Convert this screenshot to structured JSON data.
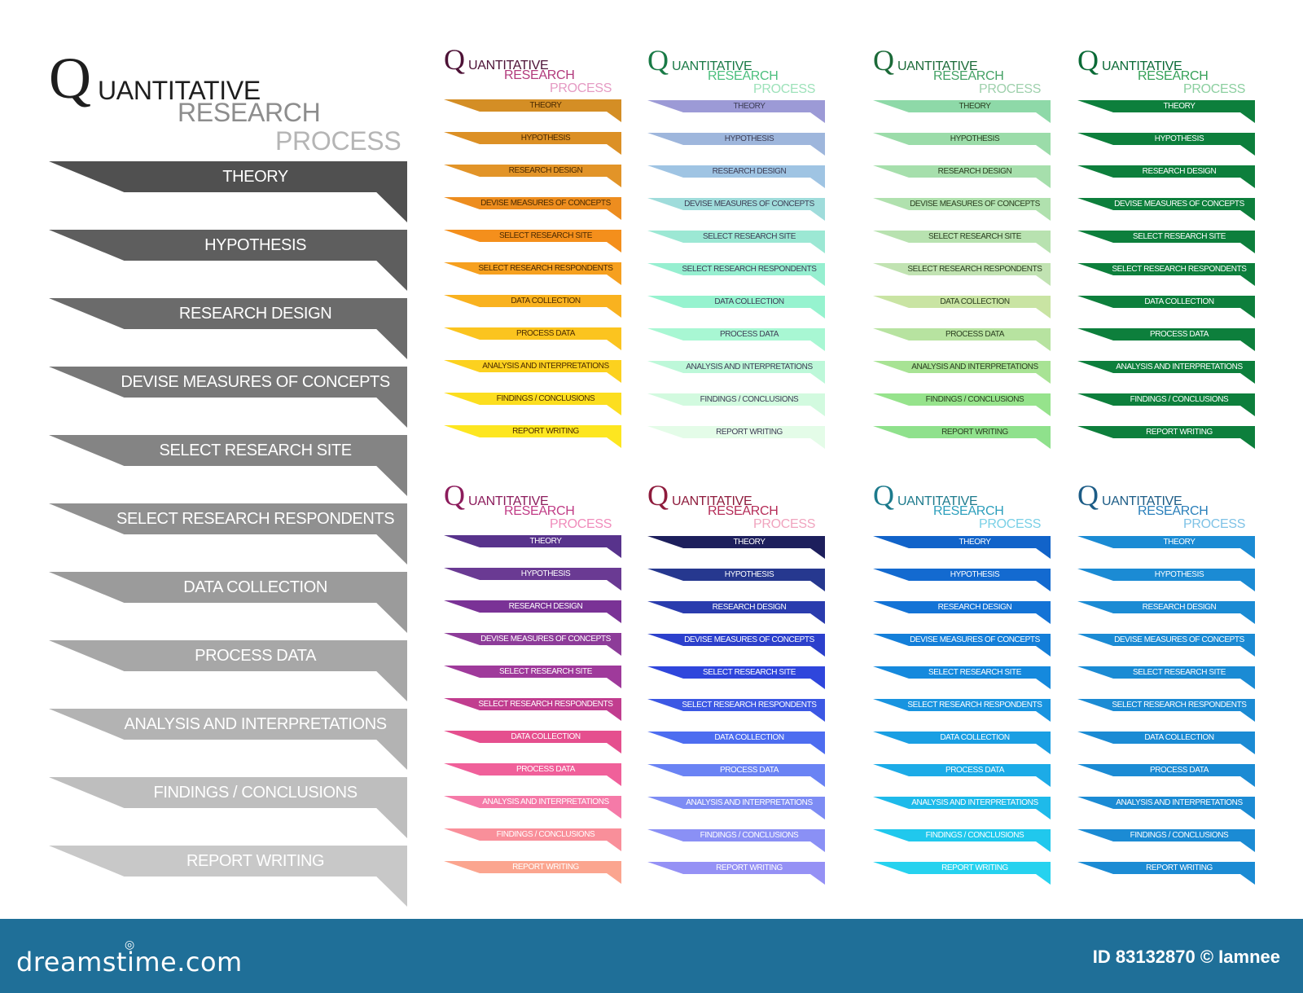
{
  "diagram": {
    "title": {
      "q": "Q",
      "word1": "UANTITATIVE",
      "word2": "RESEARCH",
      "word3": "PROCESS"
    },
    "steps": [
      "THEORY",
      "HYPOTHESIS",
      "RESEARCH DESIGN",
      "DEVISE MEASURES OF CONCEPTS",
      "SELECT RESEARCH SITE",
      "SELECT RESEARCH RESPONDENTS",
      "DATA COLLECTION",
      "PROCESS DATA",
      "ANALYSIS AND INTERPRETATIONS",
      "FINDINGS / CONCLUSIONS",
      "REPORT WRITING"
    ],
    "variants": [
      {
        "id": "gray",
        "title_colors": [
          "#1e1e1e",
          "#1e1e1e",
          "#8d8d8d",
          "#b5b5b5"
        ],
        "text_color": "#ffffff",
        "colors": [
          "#505050",
          "#5e5e5e",
          "#6b6b6b",
          "#787878",
          "#848484",
          "#909090",
          "#9b9b9b",
          "#a7a7a7",
          "#b3b3b3",
          "#bebebe",
          "#c8c8c8"
        ]
      },
      {
        "id": "warm",
        "title_colors": [
          "#4d1236",
          "#4d1236",
          "#b23a7c",
          "#e59ac3"
        ],
        "text_color": "#4a2a00",
        "colors": [
          "#d48e25",
          "#dc9025",
          "#e29428",
          "#ed8d1f",
          "#f48f1c",
          "#f6a01f",
          "#f9b21f",
          "#fbc41f",
          "#fcd11f",
          "#fcde1f",
          "#fde620"
        ]
      },
      {
        "id": "pastel",
        "title_colors": [
          "#197a46",
          "#197a46",
          "#4cbf7e",
          "#9ee2ba"
        ],
        "text_color": "#3d3d55",
        "colors": [
          "#9c9ad6",
          "#9eb6dc",
          "#9fc4e3",
          "#9fdcdb",
          "#9ce8d4",
          "#96efd0",
          "#96f3cf",
          "#a8f7d3",
          "#bdf8d9",
          "#d2fadf",
          "#e4fce8"
        ]
      },
      {
        "id": "sage",
        "title_colors": [
          "#1b6a38",
          "#1b6a38",
          "#45a266",
          "#9ed0ac"
        ],
        "text_color": "#2b3f20",
        "colors": [
          "#8ed9a8",
          "#9bdca9",
          "#a6dfac",
          "#b0e1ae",
          "#b8e2b0",
          "#c1e3b2",
          "#c9e4a3",
          "#b7e3a0",
          "#a8e394",
          "#96e38c",
          "#8fe18c"
        ]
      },
      {
        "id": "green",
        "title_colors": [
          "#0a6a36",
          "#0a6a36",
          "#37a159",
          "#8ccfa0"
        ],
        "text_color": "#ffffff",
        "colors": [
          "#0d7f3c",
          "#0d7f3c",
          "#0d7f3c",
          "#0d7f3c",
          "#0d7f3c",
          "#0d7f3c",
          "#0d7f3c",
          "#0d7f3c",
          "#0d7f3c",
          "#0d7f3c",
          "#0d7f3c"
        ]
      },
      {
        "id": "magenta",
        "title_colors": [
          "#8c1c5c",
          "#8c1c5c",
          "#c03c86",
          "#f08cbb"
        ],
        "text_color": "#ffffff",
        "colors": [
          "#58338c",
          "#6a3a93",
          "#7a3296",
          "#8d3c99",
          "#9f3a9b",
          "#c13d8f",
          "#e54f8e",
          "#f0609a",
          "#f57aa8",
          "#f98f9a",
          "#fba58f"
        ]
      },
      {
        "id": "indigo",
        "title_colors": [
          "#8e1b3c",
          "#8e1b3c",
          "#b52d58",
          "#f0a4be"
        ],
        "text_color": "#ffffff",
        "colors": [
          "#1d1f5c",
          "#26388f",
          "#2a3cae",
          "#2c40cc",
          "#2f46dc",
          "#3c58e4",
          "#4d6df0",
          "#6a83f4",
          "#7d8cf4",
          "#8a90f5",
          "#9591f5"
        ]
      },
      {
        "id": "blue",
        "title_colors": [
          "#1c7a8c",
          "#1c7a8c",
          "#2d9fbc",
          "#79d0e6"
        ],
        "text_color": "#ffffff",
        "colors": [
          "#1163c9",
          "#136ad0",
          "#1373d6",
          "#147fd9",
          "#1589dd",
          "#1894e0",
          "#1a9fe3",
          "#1cabe7",
          "#1ebaea",
          "#20c8ed",
          "#26d2ef"
        ]
      },
      {
        "id": "cyan",
        "title_colors": [
          "#1c5c86",
          "#1c5c86",
          "#2a7fba",
          "#7ec2e6"
        ],
        "text_color": "#ffffff",
        "colors": [
          "#1b8bd4",
          "#1b8bd4",
          "#1b8bd4",
          "#1b8bd4",
          "#1b8bd4",
          "#1b8bd4",
          "#1b8bd4",
          "#1b8bd4",
          "#1b8bd4",
          "#1b8bd4",
          "#1b8bd4"
        ]
      }
    ]
  },
  "footer": {
    "logo": "dreamstime.com",
    "credit": "ID 83132870 © Iamnee"
  }
}
